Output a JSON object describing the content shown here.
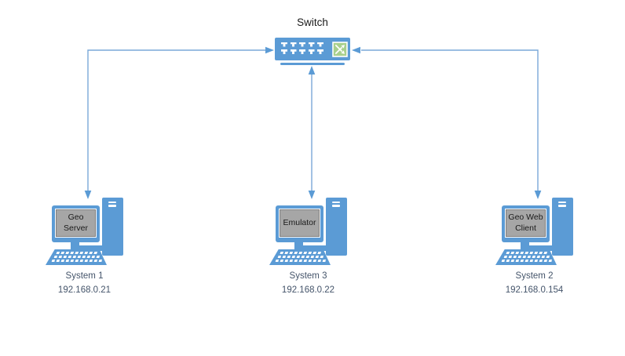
{
  "diagram": {
    "switch": {
      "label": "Switch",
      "module_icon": "crossover-arrows-icon",
      "ports_rows": 2,
      "ports_per_row": 5
    },
    "systems": [
      {
        "screen_label": "Geo Server",
        "name": "System 1",
        "ip": "192.168.0.21"
      },
      {
        "screen_label": "Emulator",
        "name": "System 3",
        "ip": "192.168.0.22"
      },
      {
        "screen_label": "Geo Web Client",
        "name": "System 2",
        "ip": "192.168.0.154"
      }
    ],
    "colors": {
      "device_blue": "#5B9BD5",
      "connector_line": "#7AA8D9",
      "arrow_fill": "#5B9BD5",
      "screen_gray": "#A6A6A6",
      "screen_border": "#7F7F7F",
      "module_green": "#A8D08D",
      "label_text": "#44546A",
      "title_text": "#1A1A1A"
    }
  }
}
